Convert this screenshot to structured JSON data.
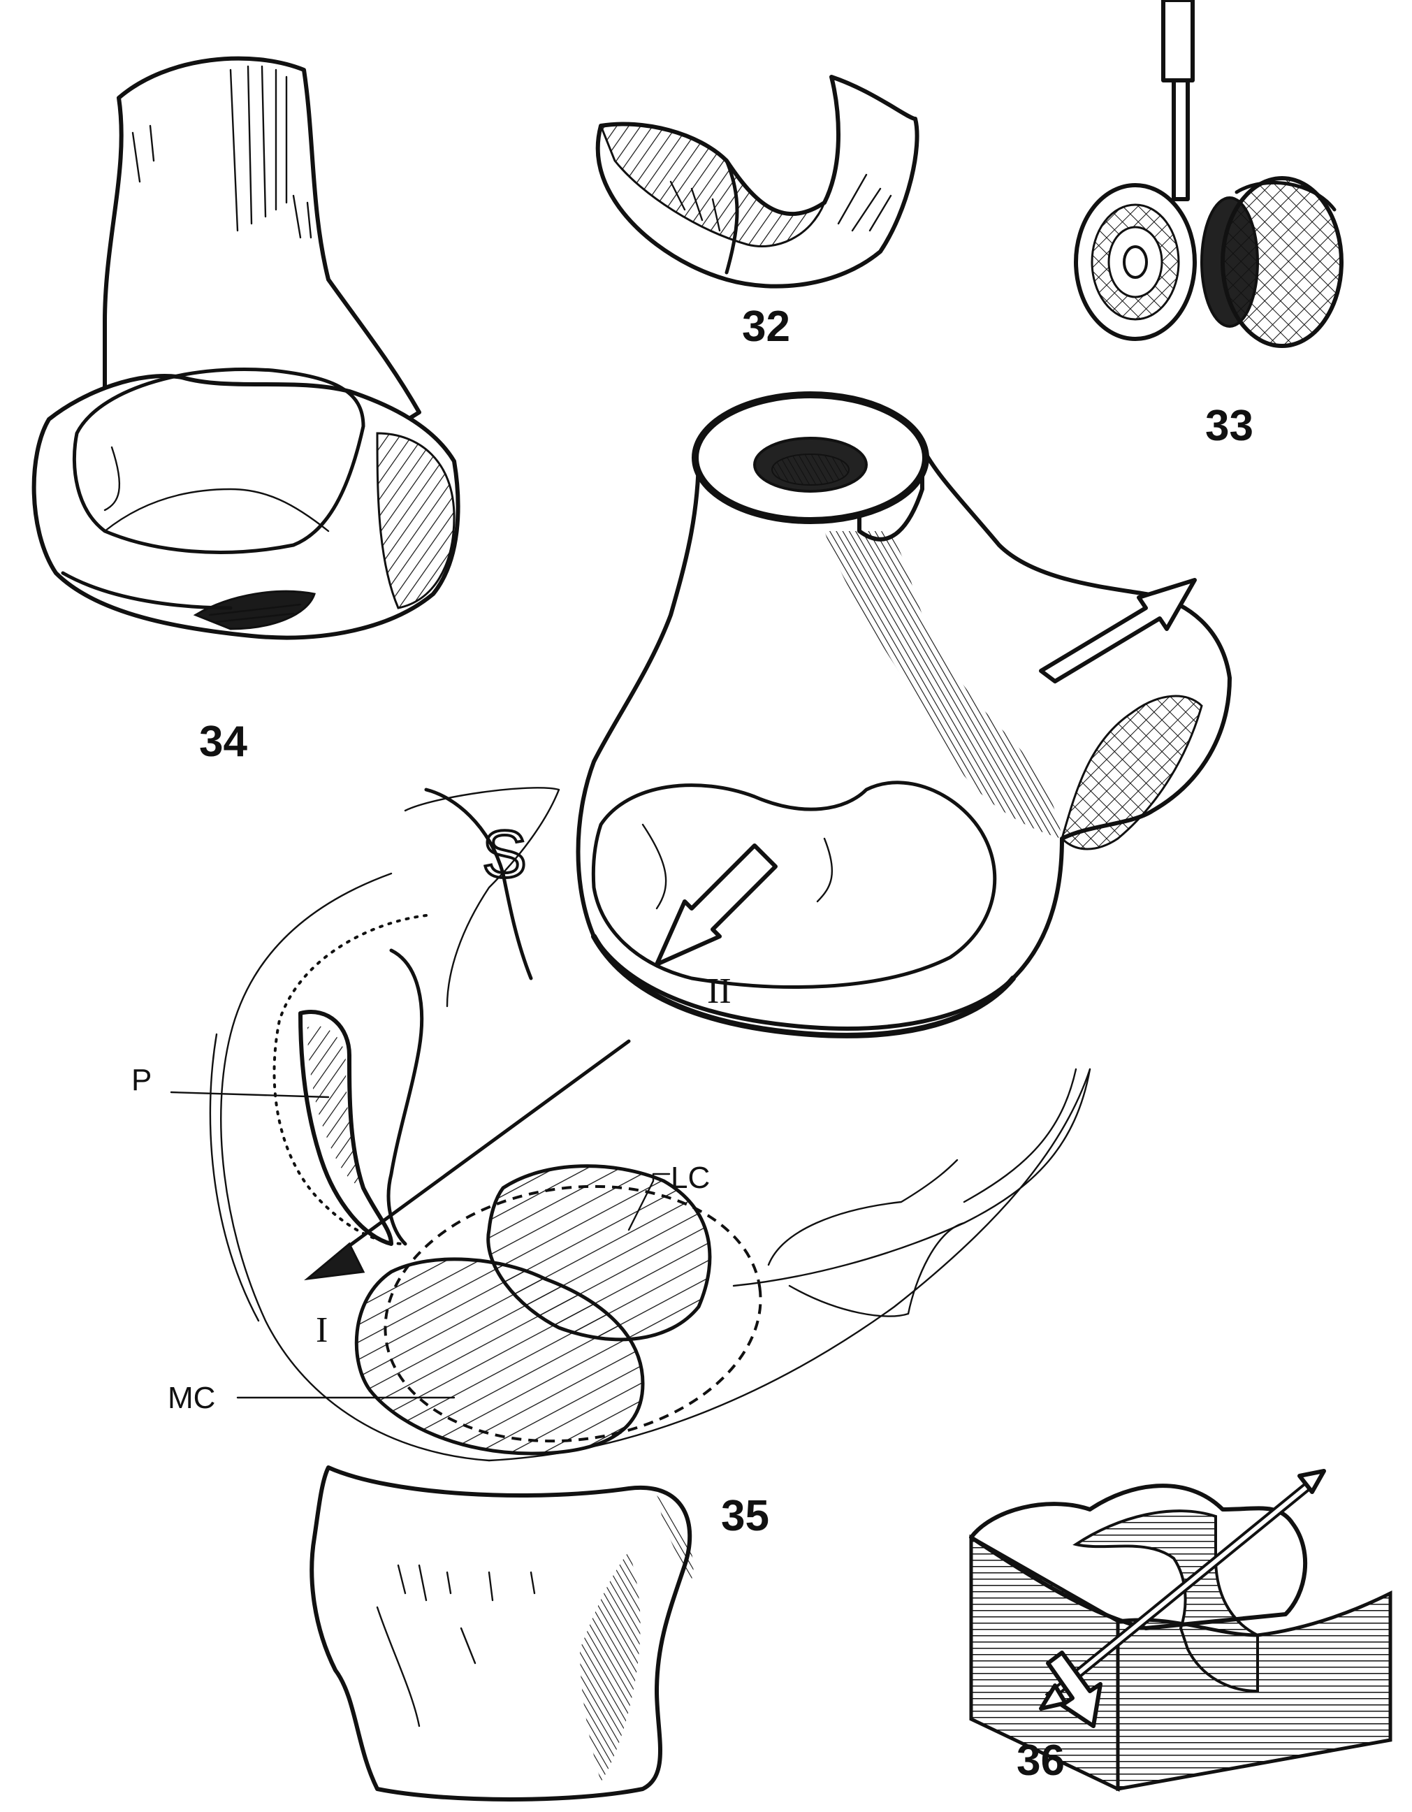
{
  "figures": {
    "fig32": {
      "number": "32"
    },
    "fig33": {
      "number": "33"
    },
    "fig34": {
      "number": "34"
    },
    "fig35": {
      "number": "35"
    },
    "fig36": {
      "number": "36"
    }
  },
  "callouts": {
    "S": "S",
    "P": "P",
    "LC": "LC",
    "MC": "MC",
    "arrow_I": "I",
    "arrow_II": "II"
  }
}
